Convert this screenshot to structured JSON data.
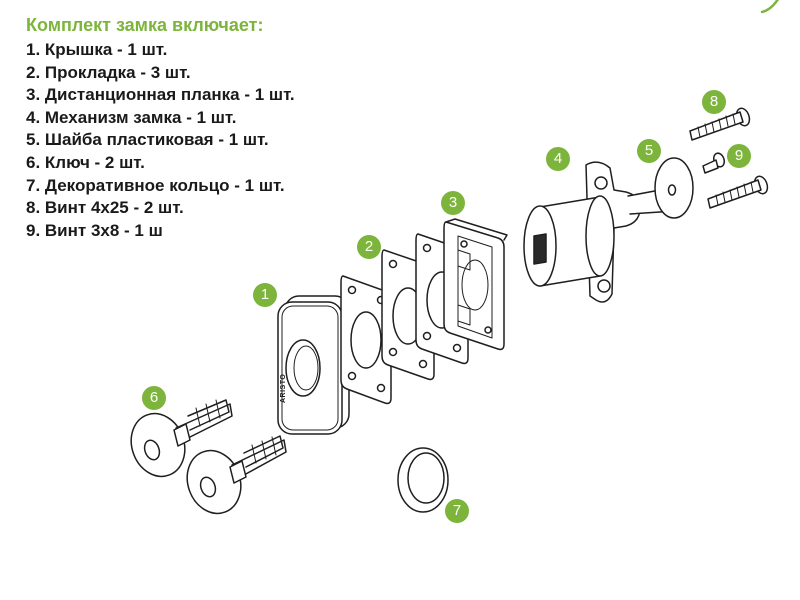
{
  "colors": {
    "accent": "#7cb43c",
    "text": "#1a1a1a",
    "line": "#1f1f1f",
    "fill": "#ffffff"
  },
  "header": {
    "title": "Комплект замка включает:"
  },
  "parts": [
    "1. Крышка - 1 шт.",
    "2. Прокладка - 3 шт.",
    "3. Дистанционная планка - 1 шт.",
    "4. Механизм замка - 1 шт.",
    "5. Шайба пластиковая - 1 шт.",
    "6. Ключ - 2 шт.",
    "7. Декоративное кольцо - 1 шт.",
    "8. Винт 4х25 - 2 шт.",
    "9. Винт 3х8 - 1 ш"
  ],
  "badges": [
    "1",
    "2",
    "3",
    "4",
    "5",
    "6",
    "7",
    "8",
    "9"
  ],
  "cover_brand": "ARISTO",
  "icons": {
    "corner": "leaf-icon"
  }
}
